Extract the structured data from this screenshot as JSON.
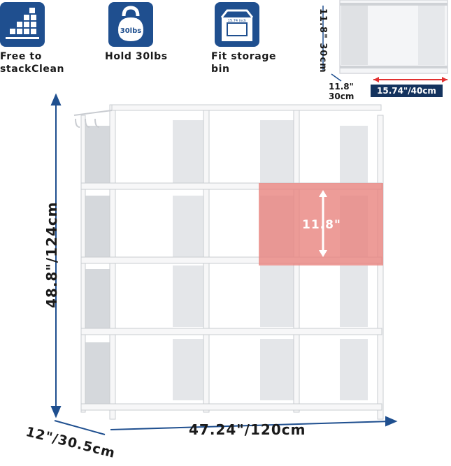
{
  "features": [
    {
      "icon": "stack-icon",
      "label": "Free to\nstackClean"
    },
    {
      "icon": "kettlebell-icon",
      "label": "Hold 30lbs",
      "badge": "30lbs"
    },
    {
      "icon": "storage-bin-icon",
      "label": "Fit storage\nbin",
      "badge": "15.74 inch"
    }
  ],
  "thumbnail": {
    "depth_vertical": "11.8\" 30cm",
    "depth_horizontal": "11.8\"\n30cm",
    "width": "15.74\"/40cm"
  },
  "dimensions": {
    "height": "48.8\"/124cm",
    "width": "47.24\"/120cm",
    "depth": "12\"/30.5cm",
    "cube": "11.8\""
  },
  "colors": {
    "badge_blue": "#1f4f8f",
    "badge_dark": "#14335e",
    "highlight": "#e8837e",
    "arrow": "#1f4f8f",
    "width_arrow_red": "#e23030"
  }
}
